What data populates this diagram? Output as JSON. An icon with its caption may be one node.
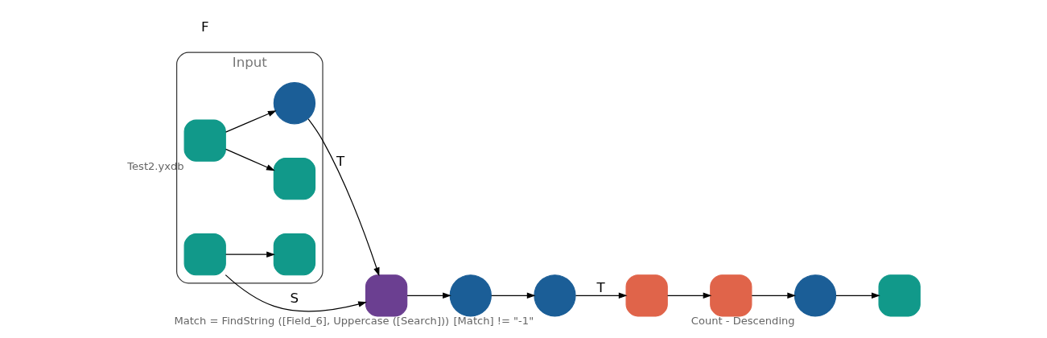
{
  "diagram": {
    "nodes": [
      {
        "text": [
          "Input"
        ]
      },
      {
        "text": [],
        "shape": "box",
        "in": 0,
        "beside": [
          "Test2.yxdb"
        ]
      },
      {
        "text": [],
        "shape": "box",
        "in": 0
      },
      {
        "text": [],
        "shape": "circle",
        "in": 0
      },
      {
        "text": [],
        "shape": "box",
        "in": 0
      },
      {
        "text": [],
        "shape": "box",
        "in": 0
      },
      {
        "text": [],
        "shape": "box"
      },
      {
        "text": [],
        "shape": "circle",
        "beside": [
          "Match = FindString ([Field_6], Uppercase ([Search]))"
        ]
      },
      {
        "text": [],
        "shape": "circle",
        "beside": [
          "[Match] != \"-1\""
        ]
      },
      {
        "text": [],
        "shape": "box"
      },
      {
        "text": [],
        "shape": "box"
      },
      {
        "text": [],
        "shape": "circle",
        "beside": [
          "Count - Descending"
        ]
      },
      {
        "text": [],
        "shape": "box"
      }
    ],
    "edges": [
      {
        "from": 1,
        "to": 2,
        "arrow": "to"
      },
      {
        "from": 1,
        "to": 3,
        "arrow": "to"
      },
      {
        "from": 3,
        "to": 6,
        "arrow": "to",
        "label": "T"
      },
      {
        "from": 4,
        "to": 6,
        "arrow": "to",
        "label": "S"
      },
      {
        "from": 4,
        "to": 5,
        "arrow": "to"
      },
      {
        "from": 6,
        "to": 7,
        "arrow": "to"
      },
      {
        "from": 7,
        "to": 8,
        "arrow": "to"
      },
      {
        "from": 8,
        "to": 9,
        "arrow": "to",
        "label": "T"
      },
      {
        "from": 9,
        "to": 10,
        "arrow": "to"
      },
      {
        "from": 10,
        "to": 11,
        "arrow": "to"
      },
      {
        "from": 11,
        "to": 12,
        "arrow": "to"
      }
    ],
    "labels": [
      "F"
    ]
  }
}
